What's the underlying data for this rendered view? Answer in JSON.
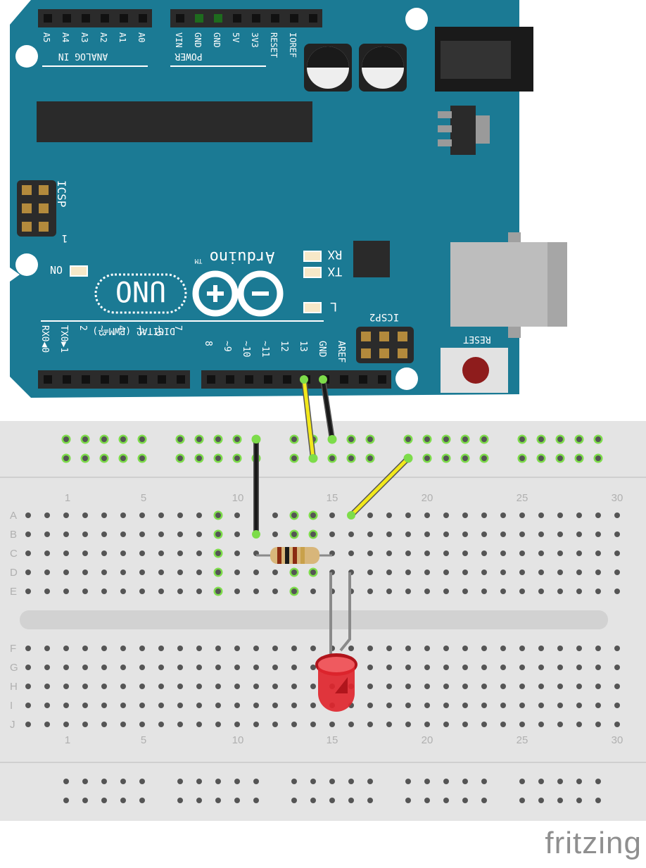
{
  "board": {
    "analog_header_labels": [
      "A5",
      "A4",
      "A3",
      "A2",
      "A1",
      "A0"
    ],
    "analog_in_label": "ANALOG IN",
    "power_header_labels": [
      "VIN",
      "GND",
      "GND",
      "5V",
      "3V3",
      "RESET",
      "IOREF"
    ],
    "power_label": "POWER",
    "icsp_label": "ICSP",
    "icsp_pin1_label": "1",
    "icsp2_label": "ICSP2",
    "on_label": "ON",
    "rx_label": "RX",
    "tx_label": "TX",
    "l_label": "L",
    "brand_label": "Arduino",
    "tm_label": "TM",
    "model_label": "UNO",
    "digital_label": "DIGITAL (PWM=~)",
    "digital_low_labels": [
      "RX0◀0",
      "TX0▶1",
      "2",
      "~3",
      "4",
      "~5",
      "~6",
      "7"
    ],
    "digital_high_labels": [
      "8",
      "~9",
      "~10",
      "~11",
      "12",
      "13",
      "GND",
      "AREF"
    ],
    "reset_label": "RESET",
    "colors": {
      "pcb": "#1b7a94",
      "header": "#2b2b2b",
      "silk": "#ffffff"
    }
  },
  "breadboard": {
    "column_labels": [
      "1",
      "5",
      "10",
      "15",
      "20",
      "25",
      "30"
    ],
    "row_labels_top": [
      "A",
      "B",
      "C",
      "D",
      "E"
    ],
    "row_labels_bottom": [
      "F",
      "G",
      "H",
      "I",
      "J"
    ],
    "colors": {
      "body": "#e4e4e4",
      "hole": "#555555",
      "active_hole": "#7ddc4a"
    }
  },
  "components": {
    "resistor": {
      "name": "resistor",
      "bands": [
        "#8b2b12",
        "#1a1a1a",
        "#8b2b12",
        "#c9a14a"
      ]
    },
    "led": {
      "name": "red-led",
      "color": "#e0262e"
    },
    "wires": [
      {
        "name": "wire-pin13-signal",
        "color": "#f2e81b"
      },
      {
        "name": "wire-gnd",
        "color": "#1a1a1a"
      },
      {
        "name": "wire-rail-to-row",
        "color": "#f2e81b"
      },
      {
        "name": "wire-rail-to-resistor",
        "color": "#1a1a1a"
      }
    ]
  },
  "footer": {
    "brand": "fritzing"
  }
}
